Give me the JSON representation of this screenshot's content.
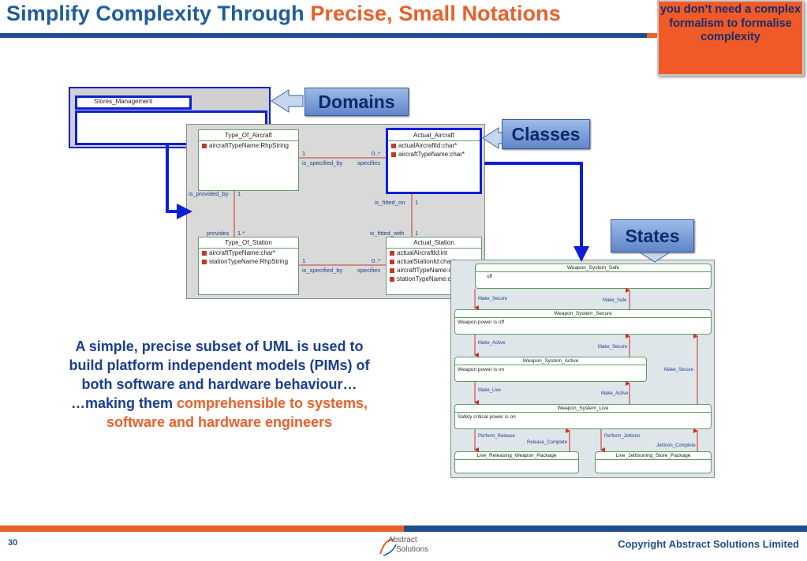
{
  "title": {
    "part1": "Simplify Complexity Through ",
    "part2": "Precise, Small Notations"
  },
  "callout": {
    "text": "you don’t need a complex formalism to formalise complexity"
  },
  "tags": {
    "domains": "Domains",
    "classes": "Classes",
    "states": "States"
  },
  "domain_model": {
    "name": "Stores_Management"
  },
  "class_model": {
    "classes": [
      {
        "name": "Type_Of_Aircraft",
        "attrs": [
          "aircraftTypeName:RhpString"
        ]
      },
      {
        "name": "Actual_Aircraft",
        "attrs": [
          "actualAircraftId:char*",
          "aircraftTypeName:char*"
        ]
      },
      {
        "name": "Type_Of_Station",
        "attrs": [
          "aircraftTypeName:char*",
          "stationTypeName:RhpString"
        ]
      },
      {
        "name": "Actual_Station",
        "attrs": [
          "actualAircraftId:int",
          "actualStationId:char*",
          "aircraftTypeName:char*",
          "stationTypeName:char*"
        ]
      }
    ],
    "labels": {
      "mult_1a": "1",
      "mult_0a": "0..*",
      "is_specified_by_a": "is_specified_by",
      "specifies_a": "specifies",
      "is_provided_by": "is_provided_by",
      "mult_1b": "1",
      "is_fitted_on": "is_fitted_on",
      "mult_1c": "1",
      "provides": "provides",
      "mult_1star": "1.*",
      "is_fitted_with": "is_fitted_with",
      "mult_1d": "1",
      "mult_0b": "0..*",
      "is_specified_by_b": "is_specified_by",
      "specifies_b": "specifies",
      "mult_1e": "1"
    }
  },
  "state_model": {
    "states": [
      {
        "name": "Weapon_System_Safe",
        "body": "off"
      },
      {
        "name": "Weapon_System_Secure",
        "body": "Weapon power is off"
      },
      {
        "name": "Weapon_System_Active",
        "body": "Weapon power is on"
      },
      {
        "name": "Weapon_System_Live",
        "body": "Safety critical power is on"
      },
      {
        "name": "Live_Releasing_Weapon_Package",
        "body": ""
      },
      {
        "name": "Live_Jettisoning_Store_Package",
        "body": ""
      }
    ],
    "transitions": {
      "make_secure_1": "Make_Secure",
      "make_safe": "Make_Safe",
      "make_active_1": "Make_Active",
      "make_secure_2": "Make_Secure",
      "make_secure_3": "Make_Secure",
      "make_live": "Make_Live",
      "make_active_2": "Make_Active",
      "perform_release": "Perform_Release",
      "release_complete": "Release_Complete",
      "perform_jettison": "Perform_Jettison",
      "jettison_complete": "Jettison_Complete"
    }
  },
  "body_text": {
    "line1": "A simple, precise subset of UML is used to",
    "line2": "build platform independent models (PIMs) of",
    "line3": "both software and hardware behaviour…",
    "line4a": "…making them ",
    "line4b": "comprehensible to systems,",
    "line5": "software and hardware engineers"
  },
  "footer": {
    "page_number": "30",
    "copyright": "Copyright Abstract Solutions Limited",
    "logo_line1": "Abstract",
    "logo_line2": "Solutions"
  },
  "colors": {
    "blue": "#1f4e8c",
    "orange": "#e8602c",
    "highlight_blue": "#0b1fd6"
  }
}
